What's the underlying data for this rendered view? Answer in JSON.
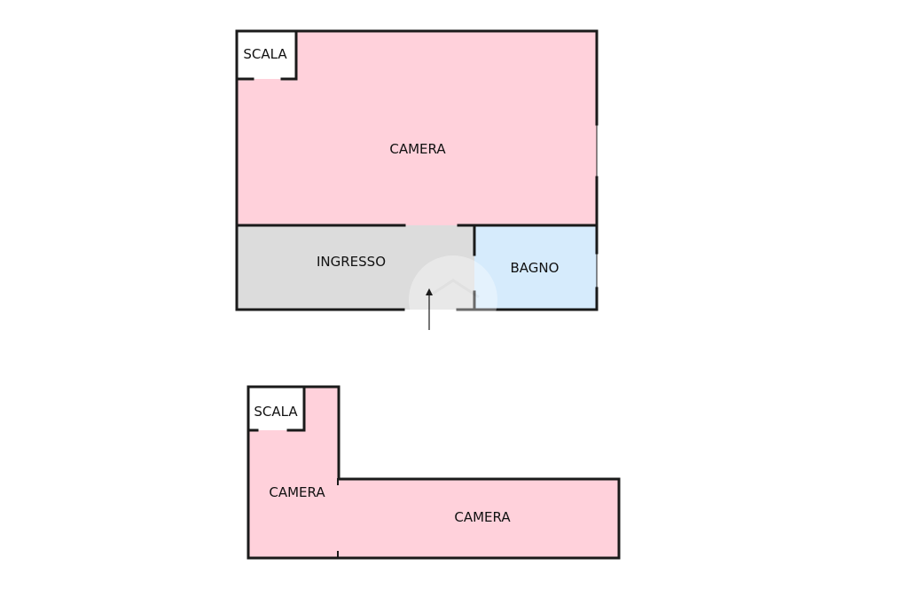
{
  "colors": {
    "camera": "#ffd1db",
    "ingresso": "#dcdcdc",
    "bagno": "#d6ebfc",
    "scala": "#ffffff",
    "wall": "#1a1a1a",
    "background": "#ffffff"
  },
  "upper_floor": {
    "rooms": [
      {
        "id": "camera",
        "label": "CAMERA"
      },
      {
        "id": "ingresso",
        "label": "INGRESSO"
      },
      {
        "id": "bagno",
        "label": "BAGNO"
      },
      {
        "id": "scala",
        "label": "SCALA"
      }
    ]
  },
  "lower_floor": {
    "rooms": [
      {
        "id": "camera-left",
        "label": "CAMERA"
      },
      {
        "id": "camera-right",
        "label": "CAMERA"
      },
      {
        "id": "scala",
        "label": "SCALA"
      }
    ]
  },
  "icons": {
    "entrance": "entrance-arrow-icon",
    "watermark": "house-watermark-icon"
  }
}
